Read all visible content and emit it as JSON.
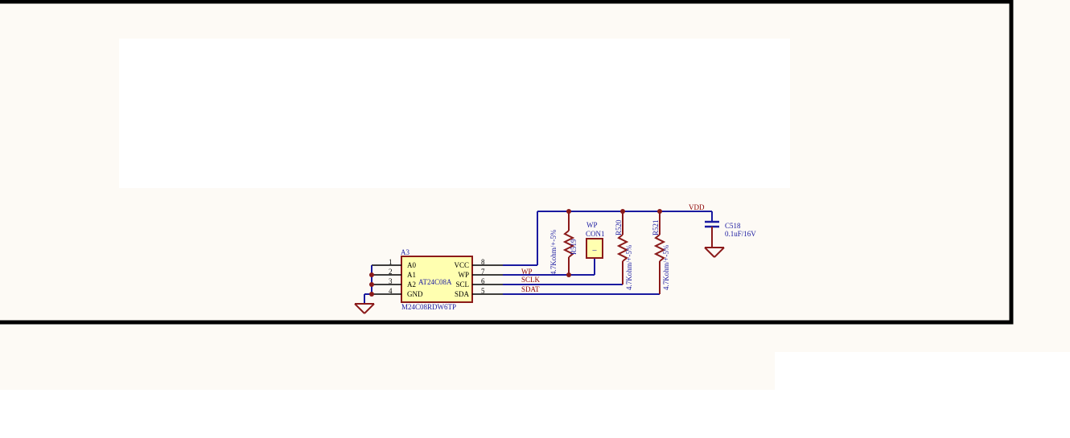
{
  "colors": {
    "sheet_background": "#fdfaf5",
    "frame": "#000000",
    "wire": "#1a1aa0",
    "component_outline": "#8b1a1a",
    "ic_fill": "#ffffb0",
    "net_label": "#8b0000",
    "designator": "#1a1aa0"
  },
  "ic": {
    "designator": "A3",
    "value": "AT24C08A",
    "part_number": "M24C08RDW6TP",
    "pins_left": [
      {
        "number": "1",
        "name": "A0"
      },
      {
        "number": "2",
        "name": "A1"
      },
      {
        "number": "3",
        "name": "A2"
      },
      {
        "number": "4",
        "name": "GND"
      }
    ],
    "pins_right": [
      {
        "number": "8",
        "name": "VCC"
      },
      {
        "number": "7",
        "name": "WP"
      },
      {
        "number": "6",
        "name": "SCL"
      },
      {
        "number": "5",
        "name": "SDA"
      }
    ]
  },
  "nets": {
    "wp": "WP",
    "sclk": "SCLK",
    "sdat": "SDAT",
    "vdd": "VDD"
  },
  "resistors": [
    {
      "designator": "R519",
      "value": "4.7Kohm/+-5%"
    },
    {
      "designator": "R520",
      "value": "4.7Kohm/+-5%"
    },
    {
      "designator": "R521",
      "value": "4.7Kohm/+-5%"
    }
  ],
  "connector": {
    "label": "WP",
    "designator": "CON1",
    "pin_symbol": "–"
  },
  "capacitor": {
    "designator": "C518",
    "value": "0.1uF/16V"
  }
}
